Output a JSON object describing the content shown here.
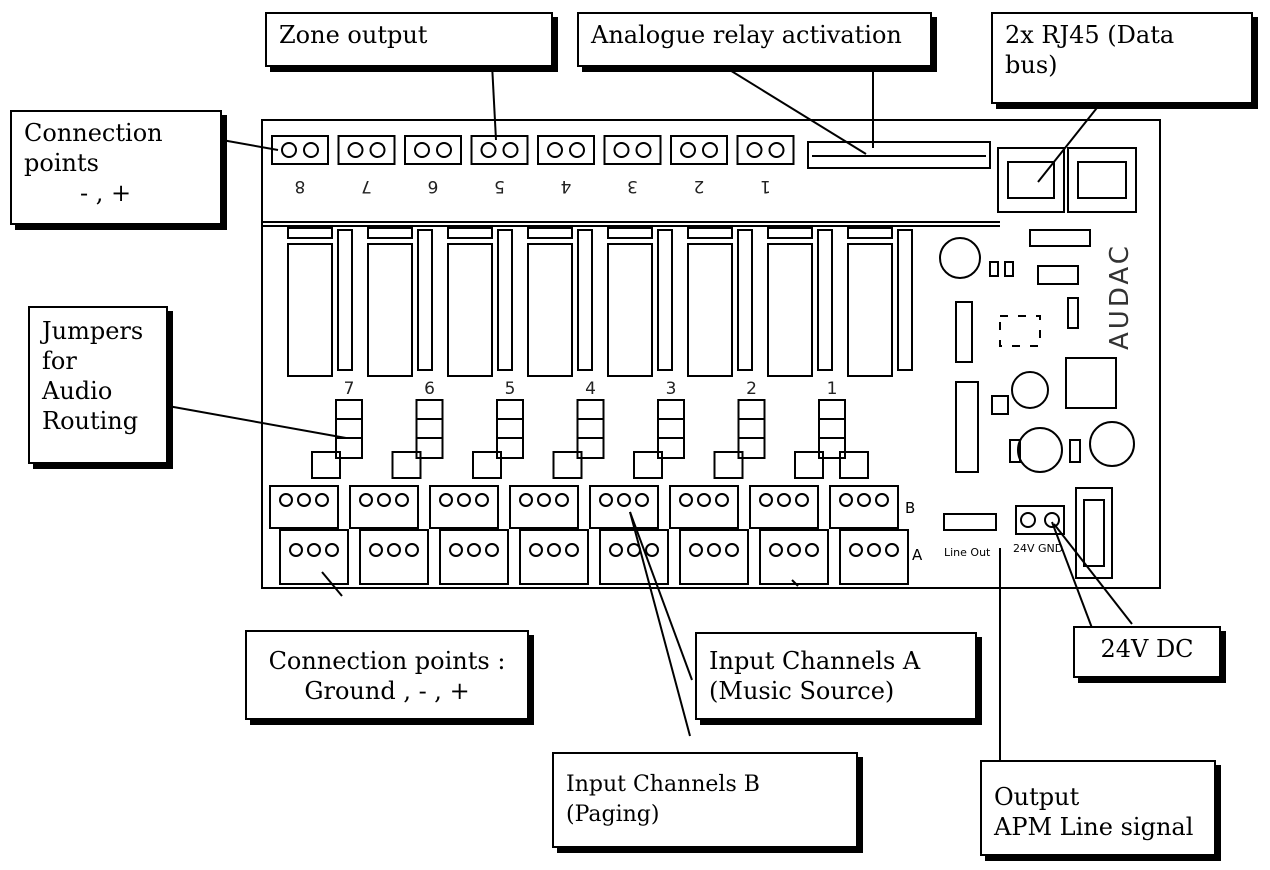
{
  "labels": {
    "zone_output": "Zone output",
    "analogue_relay": "Analogue relay activation",
    "rj45_line1": "2x RJ45 (Data",
    "rj45_line2": "bus)",
    "conn_top_line1": "Connection",
    "conn_top_line2": "points",
    "conn_top_line3": "- , +",
    "jumpers_line1": "Jumpers",
    "jumpers_line2": "for",
    "jumpers_line3": "Audio",
    "jumpers_line4": "Routing",
    "conn_bottom_line1": "Connection points :",
    "conn_bottom_line2": "Ground , - , +",
    "input_a_line1": "Input Channels A",
    "input_a_line2": "(Music Source)",
    "dc24": "24V DC",
    "input_b_line1": "Input Channels B",
    "input_b_line2": "(Paging)",
    "apm_line1": "Output",
    "apm_line2": "APM Line signal"
  },
  "board": {
    "zone_numbers": [
      "8",
      "7",
      "6",
      "5",
      "4",
      "3",
      "2",
      "1"
    ],
    "jumper_numbers": [
      "7",
      "6",
      "5",
      "4",
      "3",
      "2",
      "1"
    ],
    "row_b_label": "B",
    "row_a_label": "A",
    "brand": "AUDAC",
    "power_labels": "24V  GND",
    "line_out_label": "Line  Out"
  }
}
